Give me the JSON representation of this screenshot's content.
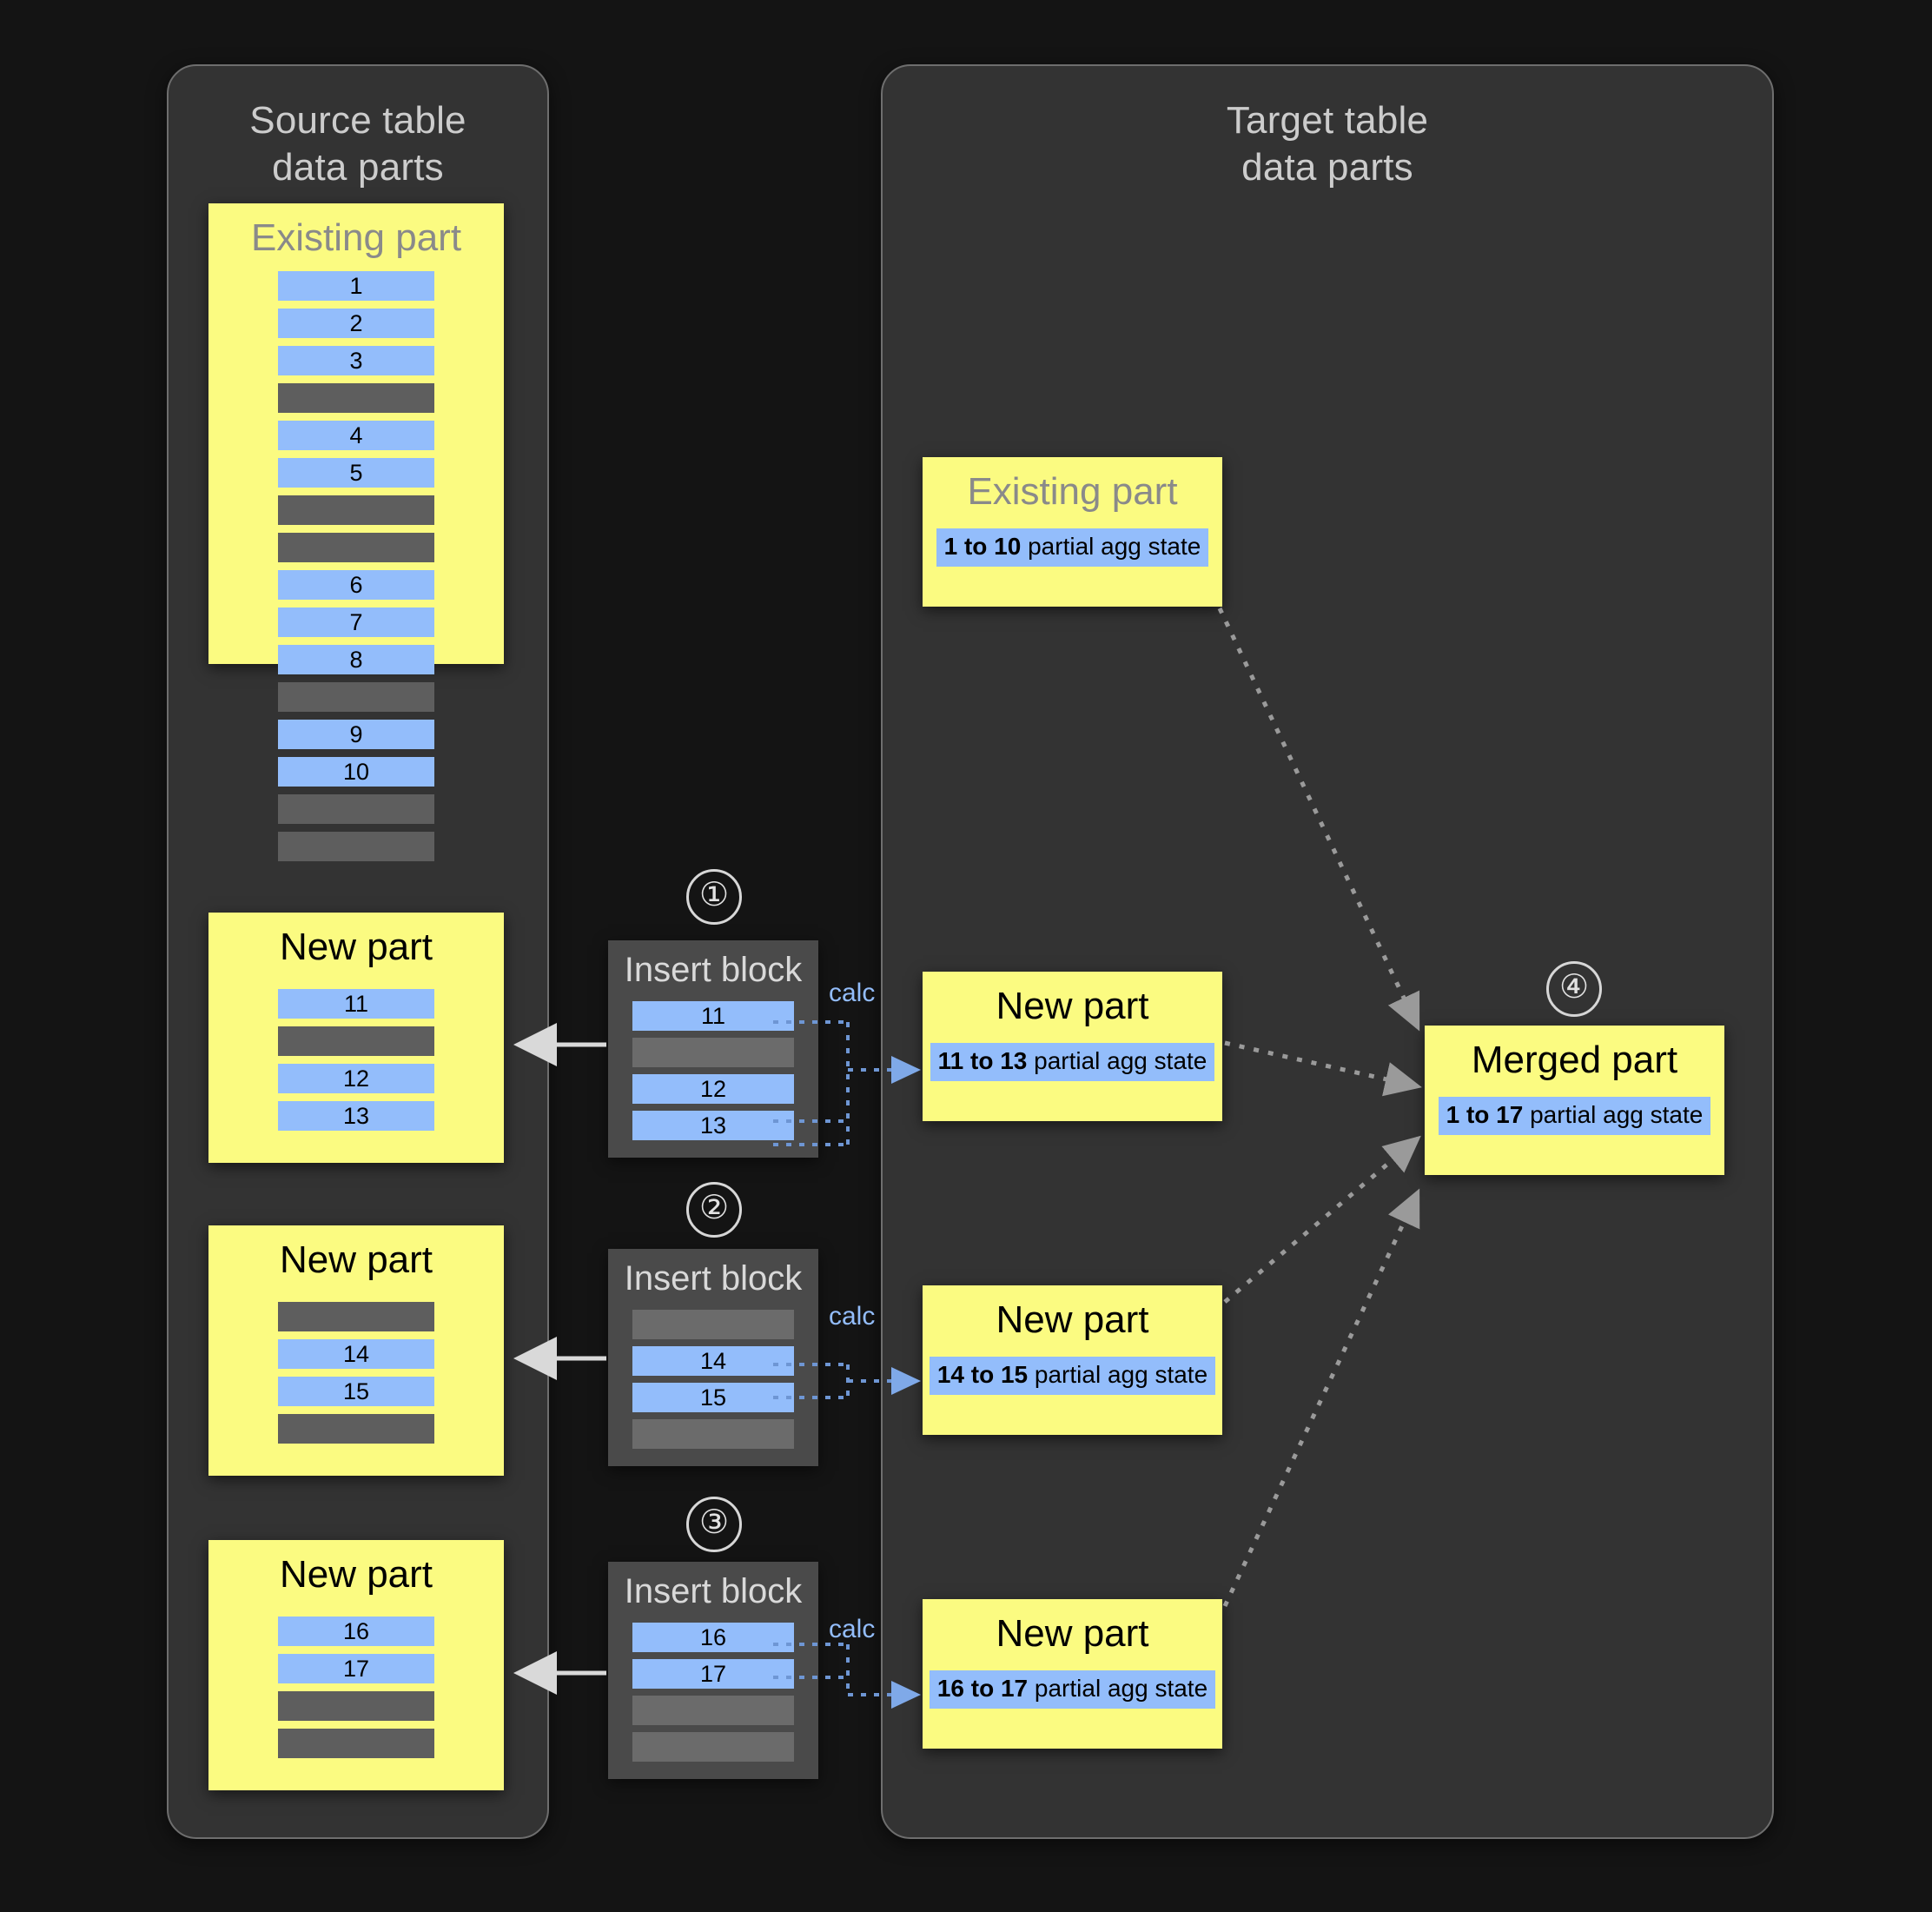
{
  "panels": {
    "source": {
      "title": "Source table\ndata parts"
    },
    "target": {
      "title": "Target table\ndata parts"
    }
  },
  "labels": {
    "existing_part": "Existing part",
    "new_part": "New part",
    "merged_part": "Merged part",
    "insert_block": "Insert block",
    "calc": "calc"
  },
  "steps": {
    "one": "①",
    "two": "②",
    "three": "③",
    "four": "④"
  },
  "colors": {
    "page_background": "#141414",
    "panel_background": "#333333",
    "panel_border": "#6e6e6e",
    "part_yellow": "#fbfb81",
    "row_blue": "#93bdfb",
    "row_gray": "#5e5e5e",
    "insert_block_background": "#4a4a4a",
    "accent_calc": "#93bdfb",
    "arrow_solid": "#d9d9d9",
    "arrow_dotted": "#9a9a9a"
  },
  "source_parts": [
    {
      "id": "source-existing-part",
      "title": "Existing part",
      "title_style": "muted",
      "rows": [
        {
          "type": "blue",
          "value": "1"
        },
        {
          "type": "blue",
          "value": "2"
        },
        {
          "type": "blue",
          "value": "3"
        },
        {
          "type": "gray",
          "value": ""
        },
        {
          "type": "blue",
          "value": "4"
        },
        {
          "type": "blue",
          "value": "5"
        },
        {
          "type": "gray",
          "value": ""
        },
        {
          "type": "gray",
          "value": ""
        },
        {
          "type": "blue",
          "value": "6"
        },
        {
          "type": "blue",
          "value": "7"
        },
        {
          "type": "blue",
          "value": "8"
        },
        {
          "type": "gray",
          "value": ""
        },
        {
          "type": "blue",
          "value": "9"
        },
        {
          "type": "blue",
          "value": "10"
        },
        {
          "type": "gray",
          "value": ""
        },
        {
          "type": "gray",
          "value": ""
        }
      ]
    },
    {
      "id": "source-new-part-1",
      "title": "New part",
      "title_style": "dark",
      "rows": [
        {
          "type": "blue",
          "value": "11"
        },
        {
          "type": "gray",
          "value": ""
        },
        {
          "type": "blue",
          "value": "12"
        },
        {
          "type": "blue",
          "value": "13"
        }
      ]
    },
    {
      "id": "source-new-part-2",
      "title": "New part",
      "title_style": "dark",
      "rows": [
        {
          "type": "gray",
          "value": ""
        },
        {
          "type": "blue",
          "value": "14"
        },
        {
          "type": "blue",
          "value": "15"
        },
        {
          "type": "gray",
          "value": ""
        }
      ]
    },
    {
      "id": "source-new-part-3",
      "title": "New part",
      "title_style": "dark",
      "rows": [
        {
          "type": "blue",
          "value": "16"
        },
        {
          "type": "blue",
          "value": "17"
        },
        {
          "type": "gray",
          "value": ""
        },
        {
          "type": "gray",
          "value": ""
        }
      ]
    }
  ],
  "insert_blocks": [
    {
      "id": "insert-block-1",
      "step": "①",
      "title": "Insert block",
      "calc": "calc",
      "rows": [
        {
          "type": "blue",
          "value": "11"
        },
        {
          "type": "gray",
          "value": ""
        },
        {
          "type": "blue",
          "value": "12"
        },
        {
          "type": "blue",
          "value": "13"
        }
      ]
    },
    {
      "id": "insert-block-2",
      "step": "②",
      "title": "Insert block",
      "calc": "calc",
      "rows": [
        {
          "type": "gray",
          "value": ""
        },
        {
          "type": "blue",
          "value": "14"
        },
        {
          "type": "blue",
          "value": "15"
        },
        {
          "type": "gray",
          "value": ""
        }
      ]
    },
    {
      "id": "insert-block-3",
      "step": "③",
      "title": "Insert block",
      "calc": "calc",
      "rows": [
        {
          "type": "blue",
          "value": "16"
        },
        {
          "type": "blue",
          "value": "17"
        },
        {
          "type": "gray",
          "value": ""
        },
        {
          "type": "gray",
          "value": ""
        }
      ]
    }
  ],
  "target_parts": [
    {
      "id": "target-existing-part",
      "title": "Existing part",
      "title_style": "muted",
      "agg_range": "1 to 10",
      "agg_suffix": " partial agg state"
    },
    {
      "id": "target-new-part-1",
      "title": "New part",
      "title_style": "dark",
      "agg_range": "11 to 13",
      "agg_suffix": " partial agg state"
    },
    {
      "id": "target-new-part-2",
      "title": "New part",
      "title_style": "dark",
      "agg_range": "14 to 15",
      "agg_suffix": " partial agg state"
    },
    {
      "id": "target-new-part-3",
      "title": "New part",
      "title_style": "dark",
      "agg_range": "16 to 17",
      "agg_suffix": " partial agg state"
    }
  ],
  "merged_part": {
    "id": "target-merged-part",
    "step": "④",
    "title": "Merged part",
    "agg_range": "1 to 17",
    "agg_suffix": " partial agg state"
  }
}
